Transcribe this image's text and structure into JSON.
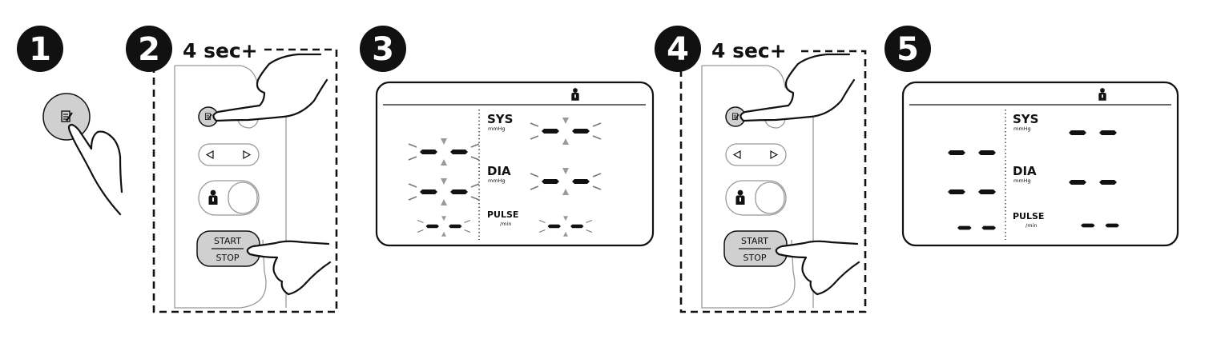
{
  "steps": [
    {
      "number": "1"
    },
    {
      "number": "2",
      "hold": "4 sec+"
    },
    {
      "number": "3"
    },
    {
      "number": "4",
      "hold": "4 sec+"
    },
    {
      "number": "5"
    }
  ],
  "buttons": {
    "start": "START",
    "stop": "STOP",
    "left_arrow_icon": "triangle-left",
    "right_arrow_icon": "triangle-right"
  },
  "display": {
    "sys": "SYS",
    "dia": "DIA",
    "pulse": "PULSE",
    "unit_pressure": "mmHg",
    "unit_pulse": "/min",
    "user_icon": "user-1-icon"
  },
  "colors": {
    "ink": "#111111",
    "button_gray": "#d0d0d0",
    "blink_gray": "#999999"
  }
}
